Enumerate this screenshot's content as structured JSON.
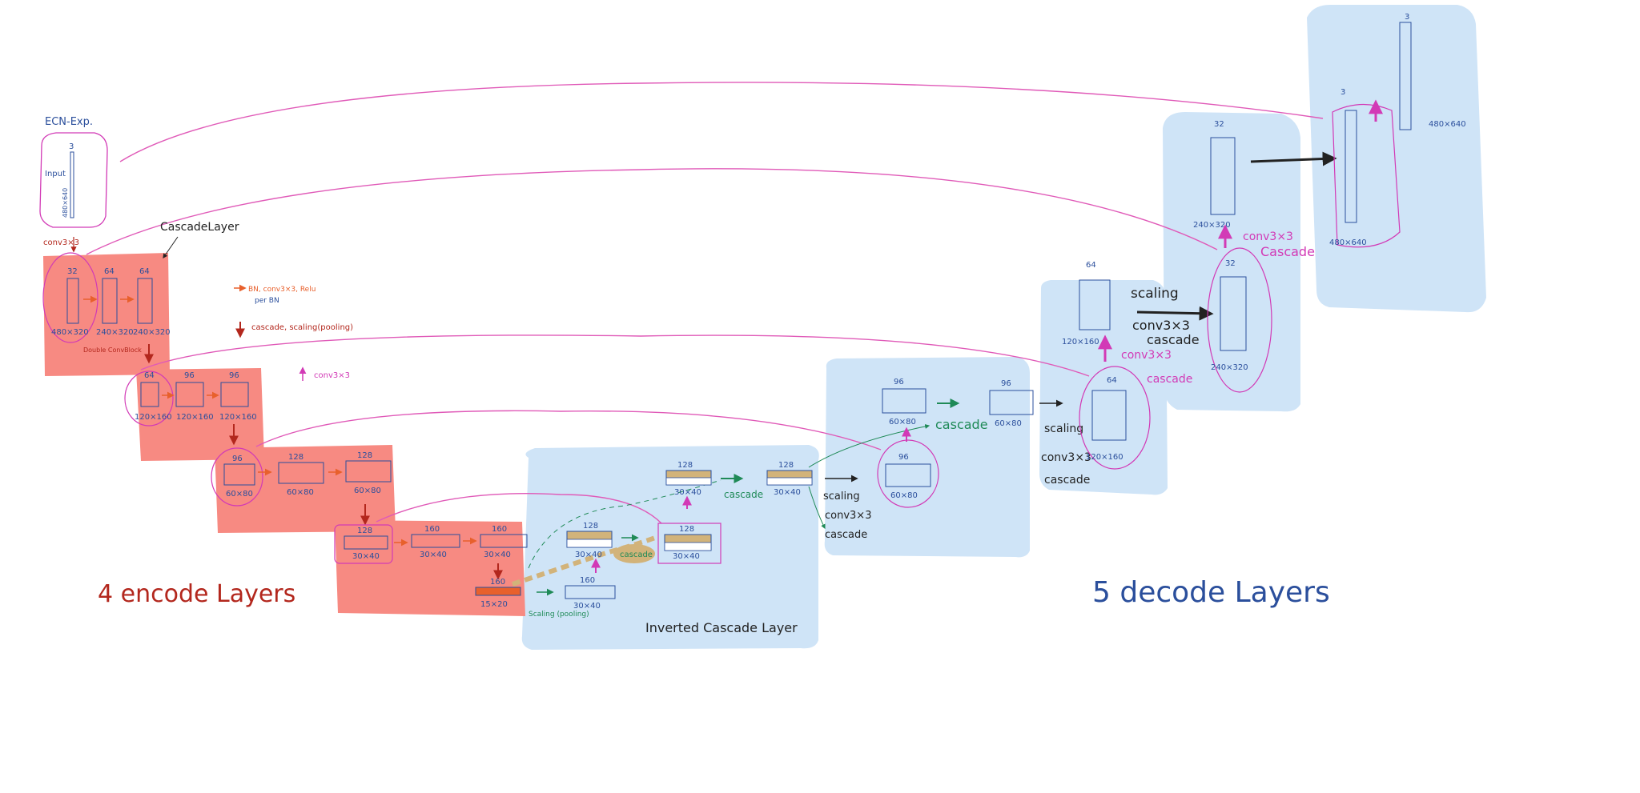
{
  "colors": {
    "encode_region": "#f78a82",
    "decode_region": "#cfe4f7",
    "ink_blue": "#2b4f9c",
    "ink_red": "#b3271d",
    "ink_magenta": "#d23ab6",
    "ink_orange": "#e8602c",
    "ink_green": "#1f8a57",
    "highlight_tan": "#d2b37a",
    "ink_black": "#222222"
  },
  "input_block": {
    "title": "ECN-Exp.",
    "label": "Input",
    "channels": "3",
    "size": "480×640"
  },
  "annotations": {
    "first_conv": "conv3×3",
    "cascade_layer": "CascadeLayer",
    "double_convblock": "Double ConvBlock",
    "encode_layers": "4 encode Layers",
    "decode_layers": "5 decode Layers",
    "inverted_cascade_layer": "Inverted Cascade Layer"
  },
  "legend": [
    {
      "arrow": "orange-right",
      "text": "BN, conv3×3, Relu",
      "text2": "per BN"
    },
    {
      "arrow": "red-down",
      "text": "cascade, scaling(pooling)"
    },
    {
      "arrow": "magenta-up",
      "text": "conv3×3"
    }
  ],
  "encoder": {
    "layer1": {
      "channels": [
        "32",
        "64",
        "64"
      ],
      "sizes": [
        "480×320",
        "240×320",
        "240×320"
      ]
    },
    "layer2": {
      "channels": [
        "64",
        "96",
        "96"
      ],
      "sizes": [
        "120×160",
        "120×160",
        "120×160"
      ]
    },
    "layer3": {
      "channels": [
        "96",
        "128",
        "128"
      ],
      "sizes": [
        "60×80",
        "60×80",
        "60×80"
      ]
    },
    "layer4": {
      "channels": [
        "128",
        "160",
        "160"
      ],
      "sizes": [
        "30×40",
        "30×40",
        "30×40"
      ]
    }
  },
  "bottleneck": {
    "channels": "160",
    "size": "15×20",
    "scaling": "Scaling (pooling)",
    "down_channels": "160",
    "down_size": "30×40"
  },
  "inverted": {
    "b1": {
      "channels": "128",
      "size": "30×40"
    },
    "b2": {
      "channels": "128",
      "size": "30×40"
    },
    "cascade": "cascade",
    "top1": {
      "channels": "128",
      "size": "30×40"
    },
    "top2": {
      "channels": "128",
      "size": "30×40"
    },
    "cascade2": "cascade"
  },
  "decoder": {
    "scaling_note": [
      "scaling",
      "conv3×3",
      "cascade"
    ],
    "d96a": {
      "channels": "96",
      "size": "60×80"
    },
    "d96b": {
      "channels": "96",
      "size": "60×80"
    },
    "d96c": {
      "channels": "96",
      "size": "60×80"
    },
    "cascade96": "cascade",
    "scaling_note2": [
      "scaling",
      "conv3×3",
      "cascade"
    ],
    "d64a": {
      "channels": "64",
      "size": "120×160"
    },
    "d64b": {
      "channels": "64",
      "size": "120×160"
    },
    "conv_cascade_64": [
      "conv3×3",
      "cascade"
    ],
    "scaling_note3": [
      "scaling",
      "conv3×3",
      "cascade"
    ],
    "d32a": {
      "channels": "32",
      "size": "240×320"
    },
    "d32b": {
      "channels": "32",
      "size": "240×320"
    },
    "conv_cascade_32": [
      "conv3×3",
      "Cascade"
    ],
    "final_in": {
      "channels": "3",
      "size": "480×640"
    },
    "final_out": {
      "channels": "3",
      "size": "480×640"
    }
  }
}
